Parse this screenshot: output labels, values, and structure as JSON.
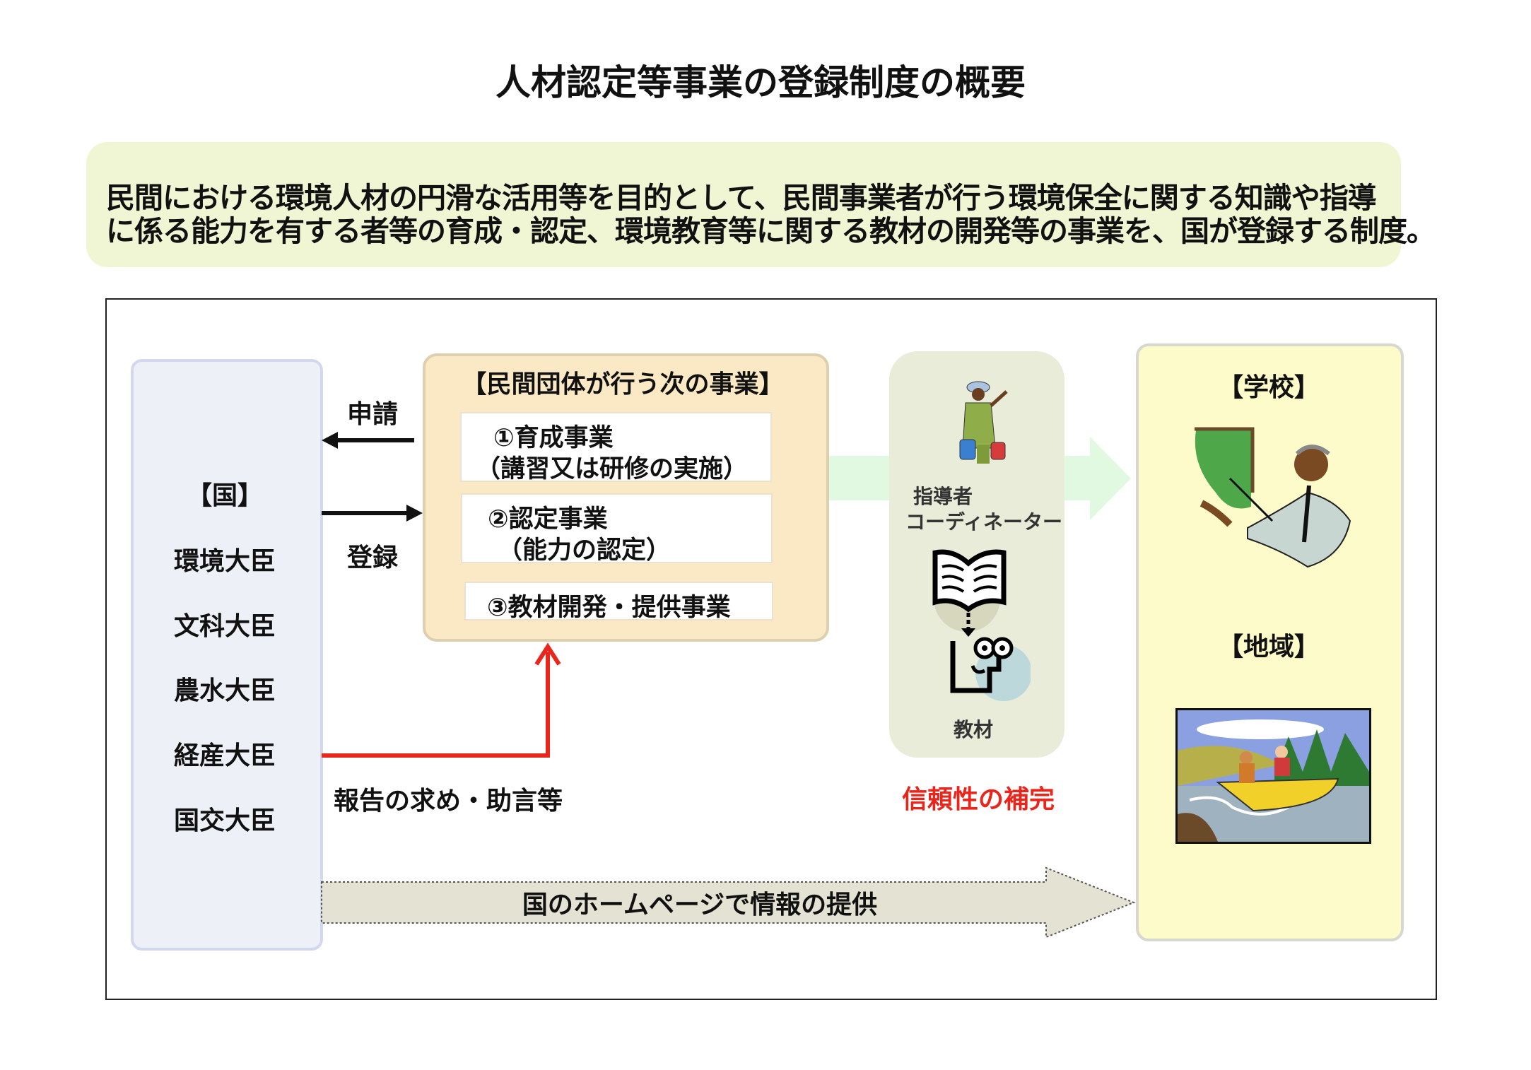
{
  "title": "人材認定等事業の登録制度の概要",
  "intro": {
    "line1": "民間における環境人材の円滑な活用等を目的として、民間事業者が行う環境保全に関する知識や指導",
    "line2": "に係る能力を有する者等の育成・認定、環境教育等に関する教材の開発等の事業を、国が登録する制度。"
  },
  "country": {
    "heading": "【国】",
    "ministers": [
      "環境大臣",
      "文科大臣",
      "農水大臣",
      "経産大臣",
      "国交大臣"
    ]
  },
  "arrows": {
    "application": "申請",
    "registration": "登録",
    "report": "報告の求め・助言等",
    "homepage": "国のホームページで情報の提供"
  },
  "private": {
    "heading": "【民間団体が行う次の事業】",
    "items": [
      {
        "line1": "①育成事業",
        "line2": "（講習又は研修の実施）"
      },
      {
        "line1": "②認定事業",
        "line2": "（能力の認定）"
      },
      {
        "line1": "③教材開発・提供事業"
      }
    ]
  },
  "middle": {
    "leader_line1": "指導者",
    "leader_line2": "コーディネーター",
    "materials": "教材",
    "reliability": "信頼性の補完"
  },
  "targets": {
    "school": "【学校】",
    "community": "【地域】"
  },
  "colors": {
    "red": "#e8261c",
    "intro_bg": "#f0f6d3",
    "orange_bg": "#fbe9c5",
    "yellow_bg": "#fdfbc9"
  }
}
